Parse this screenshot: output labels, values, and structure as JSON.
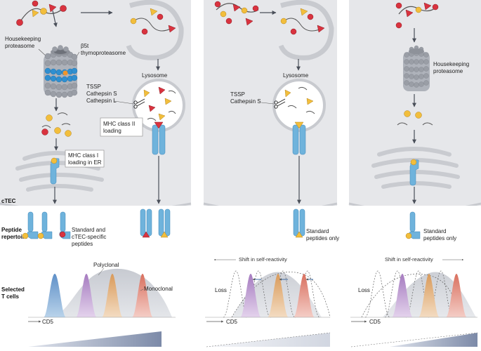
{
  "row_labels": {
    "ctec": "cTEC",
    "peptide_repertoire": [
      "Peptide",
      "repertoire"
    ],
    "selected_t_cells": [
      "Selected",
      "T cells"
    ]
  },
  "panel1": {
    "housekeeping_proteasome": [
      "Housekeeping",
      "proteasome"
    ],
    "thymoproteasome": [
      "β5t",
      "thymoproteasome"
    ],
    "mhc1_loading": [
      "MHC class I",
      "loading in ER"
    ],
    "lysosome": "Lysosome",
    "proteases": [
      "TSSP",
      "Cathepsin S",
      "Cathepsin L"
    ],
    "mhc2_loading": [
      "MHC class II",
      "loading"
    ],
    "repertoire": [
      "Standard and",
      "cTEC-specific",
      "peptides"
    ],
    "polyclonal": "Polyclonal",
    "monoclonal": "Monoclonal",
    "axis": "CD5"
  },
  "panel2": {
    "lysosome": "Lysosome",
    "proteases": [
      "TSSP",
      "Cathepsin S"
    ],
    "repertoire": [
      "Standard",
      "peptides only"
    ],
    "shift": "Shift in self-reactivity",
    "loss": "Loss",
    "axis": "CD5"
  },
  "panel3": {
    "housekeeping_proteasome": [
      "Housekeeping",
      "proteasome"
    ],
    "repertoire": [
      "Standard",
      "peptides only"
    ],
    "shift": "Shift in self-reactivity",
    "loss": "Loss",
    "axis": "CD5"
  },
  "colors": {
    "panel_bg": "#e6e7ea",
    "membrane": "#c9cbd0",
    "mhc": "#6fb3dc",
    "mhc_dark": "#3f86b8",
    "peptide_yellow": "#f2be3c",
    "peptide_red": "#d9333f",
    "proteasome": "#9a9ea6",
    "beta5t": "#2f8fd0",
    "curve_blue": "#8fb8de",
    "curve_purple": "#c7a4d6",
    "curve_orange": "#e7b07a",
    "curve_red": "#e28c7e",
    "poly_fill": "#d5d8de"
  }
}
